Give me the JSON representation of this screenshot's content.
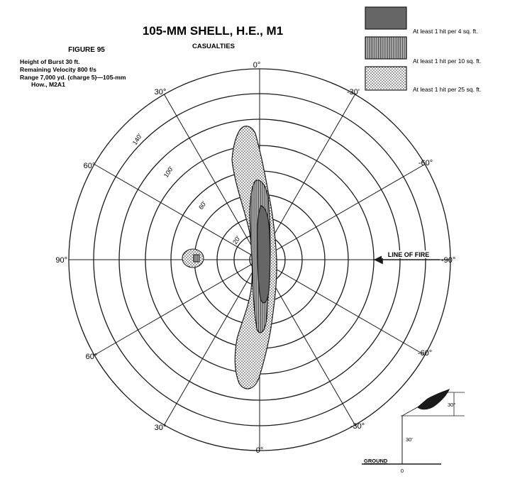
{
  "header": {
    "title": "105-MM SHELL, H.E., M1",
    "subtitle": "CASUALTIES",
    "figure": "FIGURE 95"
  },
  "notes": [
    "Height of Burst 30 ft.",
    "Remaining Velocity 800 f/s",
    "Range 7,000 yd. (charge 5)—105-mm",
    "How., M2A1"
  ],
  "legend": [
    {
      "label": "At least 1 hit per 4 sq. ft.",
      "fill": "dark"
    },
    {
      "label": "At least 1 hit per 10 sq. ft.",
      "fill": "lined"
    },
    {
      "label": "At least 1 hit per 25 sq. ft.",
      "fill": "dotted"
    }
  ],
  "angles": {
    "top": "0°",
    "bottom": "0°",
    "left_90": "90°",
    "right_90": "-90°",
    "upper_left_30": "30°",
    "upper_right_30": "-30'",
    "upper_left_60": "60°",
    "upper_right_60": "-60°",
    "lower_left_60": "60°",
    "lower_right_60": "-60°",
    "lower_left_30": "30°",
    "lower_right_30": "-30°"
  },
  "radii_labels": [
    "20'",
    "60'",
    "100'",
    "140'"
  ],
  "line_of_fire": "LINE OF FIRE",
  "inset": {
    "angle_label": "30°",
    "height_label": "30'",
    "ground_label": "GROUND",
    "origin_label": "0"
  },
  "colors": {
    "ink": "#1a1a1a",
    "dark_fill": "#666666",
    "paper": "#ffffff"
  }
}
